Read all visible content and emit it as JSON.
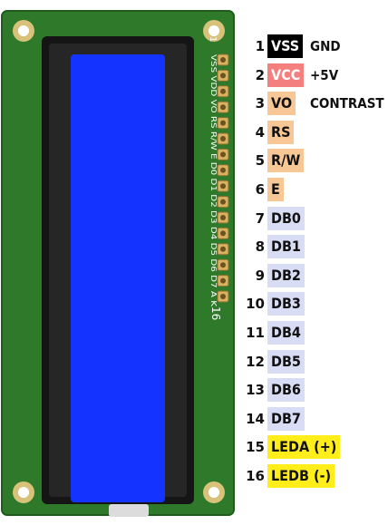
{
  "board": {
    "header_label_top": "1",
    "header_label_bottom": "16",
    "silkscreen_text": "VSS VDD VO RS R/W E D0 D1 D2 D3 D4 D5 D6 D7 A K",
    "colors": {
      "pcb": "#2e7a2a",
      "pcb_edge": "#1f5c1d",
      "bezel": "#151515",
      "screen": "#1533ff",
      "hole": "#d8c27a",
      "pin": "#d9b060"
    }
  },
  "pins": [
    {
      "number": "1",
      "label": "VSS",
      "function": "GND",
      "bg": "#000000",
      "fg": "#ffffff"
    },
    {
      "number": "2",
      "label": "VCC",
      "function": "+5V",
      "bg": "#f47f7f",
      "fg": "#ffffff"
    },
    {
      "number": "3",
      "label": "VO",
      "function": "CONTRAST",
      "bg": "#f7c795",
      "fg": "#111111"
    },
    {
      "number": "4",
      "label": "RS",
      "function": "",
      "bg": "#f7c795",
      "fg": "#111111"
    },
    {
      "number": "5",
      "label": "R/W",
      "function": "",
      "bg": "#f7c795",
      "fg": "#111111"
    },
    {
      "number": "6",
      "label": "E",
      "function": "",
      "bg": "#f7c795",
      "fg": "#111111"
    },
    {
      "number": "7",
      "label": "DB0",
      "function": "",
      "bg": "#d8dcf5",
      "fg": "#111111"
    },
    {
      "number": "8",
      "label": "DB1",
      "function": "",
      "bg": "#d8dcf5",
      "fg": "#111111"
    },
    {
      "number": "9",
      "label": "DB2",
      "function": "",
      "bg": "#d8dcf5",
      "fg": "#111111"
    },
    {
      "number": "10",
      "label": "DB3",
      "function": "",
      "bg": "#d8dcf5",
      "fg": "#111111"
    },
    {
      "number": "11",
      "label": "DB4",
      "function": "",
      "bg": "#d8dcf5",
      "fg": "#111111"
    },
    {
      "number": "12",
      "label": "DB5",
      "function": "",
      "bg": "#d8dcf5",
      "fg": "#111111"
    },
    {
      "number": "13",
      "label": "DB6",
      "function": "",
      "bg": "#d8dcf5",
      "fg": "#111111"
    },
    {
      "number": "14",
      "label": "DB7",
      "function": "",
      "bg": "#d8dcf5",
      "fg": "#111111"
    },
    {
      "number": "15",
      "label": "LEDA (+)",
      "function": "",
      "bg": "#ffee1a",
      "fg": "#111111"
    },
    {
      "number": "16",
      "label": "LEDB (-)",
      "function": "",
      "bg": "#ffee1a",
      "fg": "#111111"
    }
  ]
}
